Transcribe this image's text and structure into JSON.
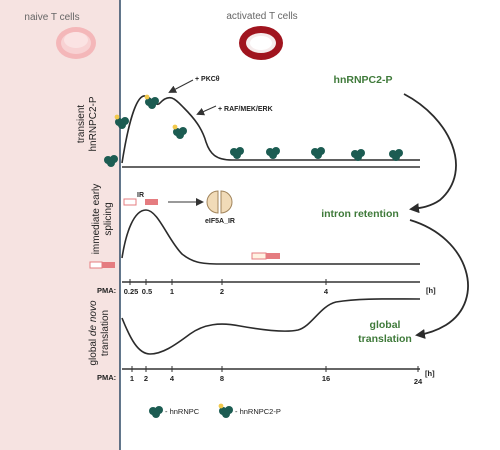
{
  "header": {
    "naive_label": "naive T cells",
    "activated_label": "activated T cells"
  },
  "panels": {
    "transient": {
      "ylabel_line1": "transient",
      "ylabel_line2": "hnRNPC2-P",
      "annotation_pkc": "+ PKCθ",
      "annotation_raf": "+ RAF/MEK/ERK"
    },
    "splicing": {
      "ylabel_line1": "immediate early",
      "ylabel_line2": "splicing",
      "ir_label": "IR",
      "product_label": "eIF5A_IR",
      "axis_prefix": "PMA:",
      "ticks": [
        "0.25",
        "0.5",
        "1",
        "2",
        "4"
      ],
      "unit": "[h]"
    },
    "translation": {
      "ylabel_prefix": "global ",
      "ylabel_italic": "de novo",
      "ylabel_line2": "translation",
      "axis_prefix": "PMA:",
      "ticks": [
        "1",
        "2",
        "4",
        "8",
        "16",
        "24"
      ],
      "unit": "[h]"
    }
  },
  "flow": {
    "step1": "hnRNPC2-P",
    "step2": "intron retention",
    "step3_line1": "global",
    "step3_line2": "translation"
  },
  "legend": {
    "item1": "- hnRNPC",
    "item2": "- hnRNPC2-P"
  },
  "colors": {
    "naive_bg": "#f6e3e1",
    "divider": "#2f4a66",
    "protein": "#1c5c52",
    "phospho": "#f2c94c",
    "flow_text": "#3f7a3a",
    "ir_pink": "#e57c80",
    "activated_cell": "#a0141e",
    "naive_cell": "#f4b7b9"
  }
}
